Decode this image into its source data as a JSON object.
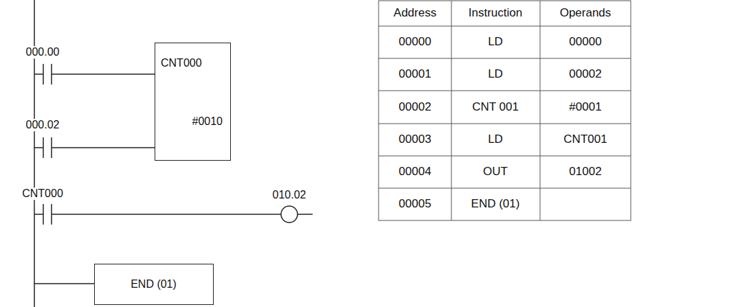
{
  "diagram": {
    "nodes": [
      {
        "text": [
          "CNT000",
          "#0010"
        ]
      },
      {
        "text": [
          "END (01)"
        ]
      }
    ],
    "labels": [
      "000.00",
      "000.02",
      "CNT000",
      "010.02",
      "Address",
      "Instruction",
      "Operands",
      "00000",
      "LD",
      "00000",
      "00001",
      "LD",
      "00002",
      "00002",
      "CNT 001",
      "#0001",
      "00003",
      "LD",
      "CNT001",
      "00004",
      "OUT",
      "01002",
      "00005",
      "END (01)"
    ]
  }
}
